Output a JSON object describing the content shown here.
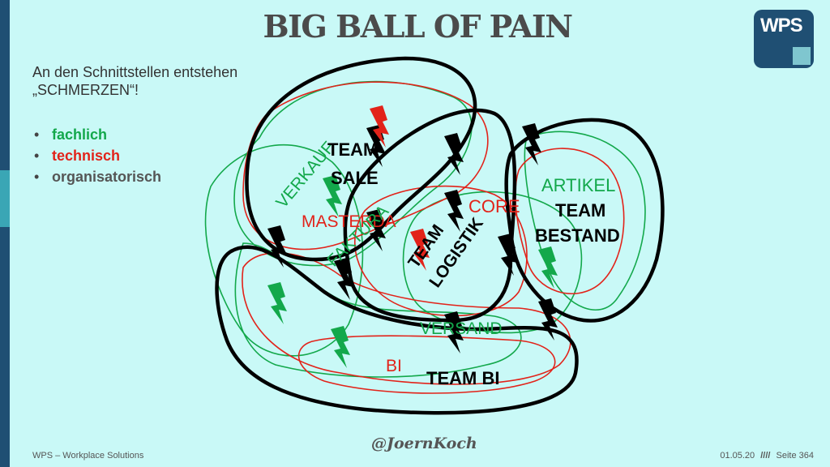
{
  "title": "BIG BALL OF PAIN",
  "logo_text": "WPS",
  "intro": "An den Schnittstellen entstehen „SCHMERZEN“!",
  "bullets": [
    {
      "label": "fachlich",
      "color": "#13a84b"
    },
    {
      "label": "technisch",
      "color": "#e2231a"
    },
    {
      "label": "organisatorisch",
      "color": "#555555"
    }
  ],
  "labels": {
    "verkauf": "VERKAUF",
    "masterda": "MASTERDA",
    "faktura": "FAKTURA",
    "core": "CORE",
    "artikel": "ARTIKEL",
    "versand": "VERSAND",
    "bi": "BI"
  },
  "teams": {
    "sale_1": "TEAM",
    "sale_2": "SALE",
    "bestand_1": "TEAM",
    "bestand_2": "BESTAND",
    "logistik_1": "TEAM",
    "logistik_2": "LOGISTIK",
    "bi": "TEAM BI"
  },
  "handle": "@JoernKoch",
  "footer": {
    "left": "WPS – Workplace Solutions",
    "date": "01.05.20",
    "sep": "////",
    "page": "Seite 364"
  },
  "colors": {
    "green": "#13a84b",
    "red": "#e2231a",
    "black": "#000000",
    "background": "#c9f9f7",
    "brand": "#1f4f73"
  }
}
